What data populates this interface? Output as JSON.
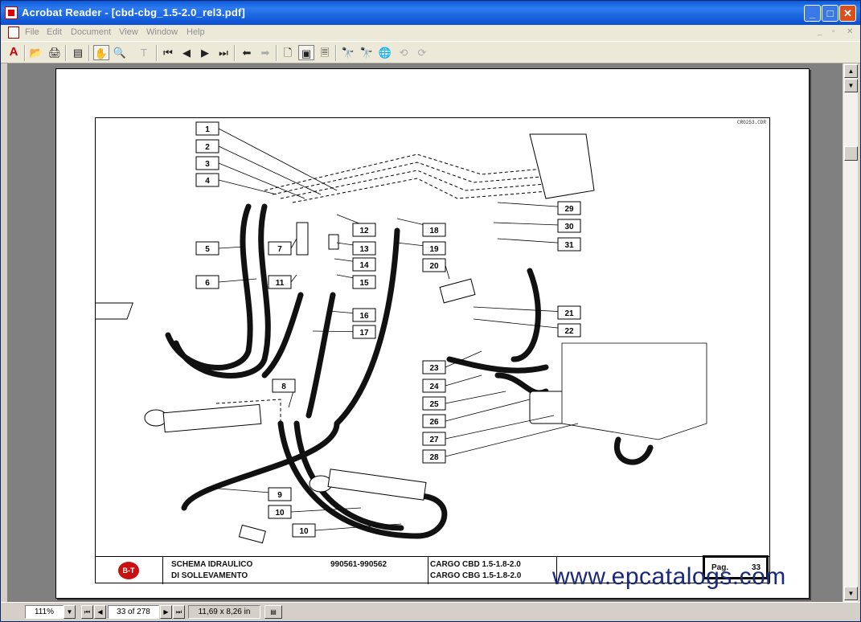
{
  "window": {
    "title": "Acrobat Reader - [cbd-cbg_1.5-2.0_rel3.pdf]",
    "min_label": "_",
    "max_label": "□",
    "close_label": "✕"
  },
  "menu": [
    "File",
    "Edit",
    "Document",
    "View",
    "Window",
    "Help"
  ],
  "mdi_controls": [
    "_",
    "▫",
    "✕"
  ],
  "toolbar": {
    "logo": "A",
    "icons": [
      "open-icon",
      "print-icon",
      "bookmarks-icon",
      "hand-icon",
      "zoom-icon",
      "text-select-icon",
      "first-page-icon",
      "prev-page-icon",
      "next-page-icon",
      "last-page-icon",
      "back-icon",
      "forward-icon",
      "actual-size-icon",
      "fit-page-icon",
      "fit-width-icon",
      "find-icon",
      "find-again-icon",
      "web-icon",
      "rotate-left-icon",
      "rotate-right-icon"
    ],
    "glyphs": [
      "📂",
      "🖨",
      "▤",
      "✋",
      "🔍",
      "T",
      "⏮",
      "◀",
      "▶",
      "⏭",
      "⬅",
      "➡",
      "🗋",
      "▣",
      "🗏",
      "🔭",
      "🔭",
      "🌐",
      "⟲",
      "⟳"
    ]
  },
  "drawing": {
    "ref_code": "CR0253.CDR",
    "callouts": [
      "1",
      "2",
      "3",
      "4",
      "5",
      "6",
      "7",
      "8",
      "9",
      "10",
      "10",
      "11",
      "12",
      "13",
      "14",
      "15",
      "16",
      "17",
      "18",
      "19",
      "20",
      "21",
      "22",
      "23",
      "24",
      "25",
      "26",
      "27",
      "28",
      "29",
      "30",
      "31"
    ]
  },
  "titleblock": {
    "logo": "B-T",
    "title_line1": "SCHEMA IDRAULICO",
    "title_line2": "DI SOLLEVAMENTO",
    "serials": "990561-990562",
    "model_line1": "CARGO CBD 1.5-1.8-2.0",
    "model_line2": "CARGO CBG 1.5-1.8-2.0",
    "pag_label": "Pag.",
    "pag_number": "33"
  },
  "watermark": "www.epcatalogs.com",
  "scrollbar": {
    "up": "▲",
    "down": "▼"
  },
  "status": {
    "zoom": "111%",
    "page": "33 of 278",
    "size": "11,69 x 8,26 in",
    "nav": [
      "⏮",
      "◀",
      "▶",
      "⏭"
    ],
    "dropdown": "▼",
    "layout_icon": "▤"
  }
}
